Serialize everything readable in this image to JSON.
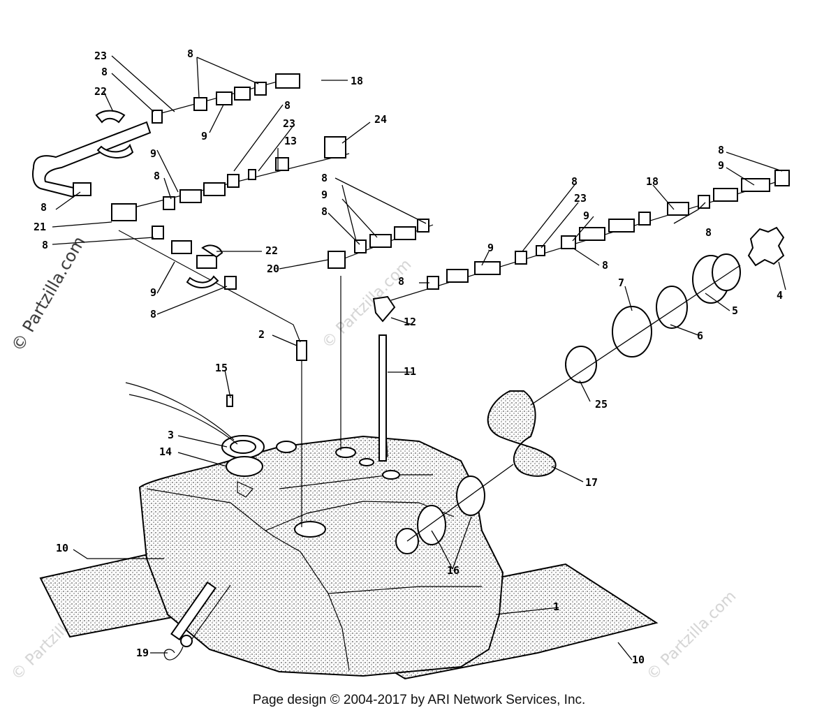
{
  "credit": "Page design © 2004-2017 by ARI Network Services, Inc.",
  "watermark_side": "© Partzilla.com",
  "watermark_tile": "© Partzilla.com",
  "callouts": [
    {
      "id": "c23a",
      "text": "23"
    },
    {
      "id": "c8a",
      "text": "8"
    },
    {
      "id": "c8b",
      "text": "8"
    },
    {
      "id": "c18a",
      "text": "18"
    },
    {
      "id": "c22a",
      "text": "22"
    },
    {
      "id": "c9a",
      "text": "9"
    },
    {
      "id": "c8c",
      "text": "8"
    },
    {
      "id": "c23b",
      "text": "23"
    },
    {
      "id": "c13",
      "text": "13"
    },
    {
      "id": "c24",
      "text": "24"
    },
    {
      "id": "c9b",
      "text": "9"
    },
    {
      "id": "c8d",
      "text": "8"
    },
    {
      "id": "c8e",
      "text": "8"
    },
    {
      "id": "c21",
      "text": "21"
    },
    {
      "id": "c8f",
      "text": "8"
    },
    {
      "id": "c22b",
      "text": "22"
    },
    {
      "id": "c9c",
      "text": "9"
    },
    {
      "id": "c8g",
      "text": "8"
    },
    {
      "id": "c8h",
      "text": "8"
    },
    {
      "id": "c9d",
      "text": "9"
    },
    {
      "id": "c8i",
      "text": "8"
    },
    {
      "id": "c20",
      "text": "20"
    },
    {
      "id": "c8j",
      "text": "8"
    },
    {
      "id": "c23c",
      "text": "23"
    },
    {
      "id": "c9e",
      "text": "9"
    },
    {
      "id": "c18b",
      "text": "18"
    },
    {
      "id": "c8k",
      "text": "8"
    },
    {
      "id": "c9f",
      "text": "9"
    },
    {
      "id": "c8l",
      "text": "8"
    },
    {
      "id": "c8m",
      "text": "8"
    },
    {
      "id": "c9g",
      "text": "9"
    },
    {
      "id": "c8n",
      "text": "8"
    },
    {
      "id": "c12",
      "text": "12"
    },
    {
      "id": "c7",
      "text": "7"
    },
    {
      "id": "c4",
      "text": "4"
    },
    {
      "id": "c5",
      "text": "5"
    },
    {
      "id": "c6",
      "text": "6"
    },
    {
      "id": "c2",
      "text": "2"
    },
    {
      "id": "c11",
      "text": "11"
    },
    {
      "id": "c25",
      "text": "25"
    },
    {
      "id": "c15",
      "text": "15"
    },
    {
      "id": "c3",
      "text": "3"
    },
    {
      "id": "c14",
      "text": "14"
    },
    {
      "id": "c17",
      "text": "17"
    },
    {
      "id": "c10a",
      "text": "10"
    },
    {
      "id": "c16",
      "text": "16"
    },
    {
      "id": "c1",
      "text": "1"
    },
    {
      "id": "c19",
      "text": "19"
    },
    {
      "id": "c10b",
      "text": "10"
    }
  ]
}
